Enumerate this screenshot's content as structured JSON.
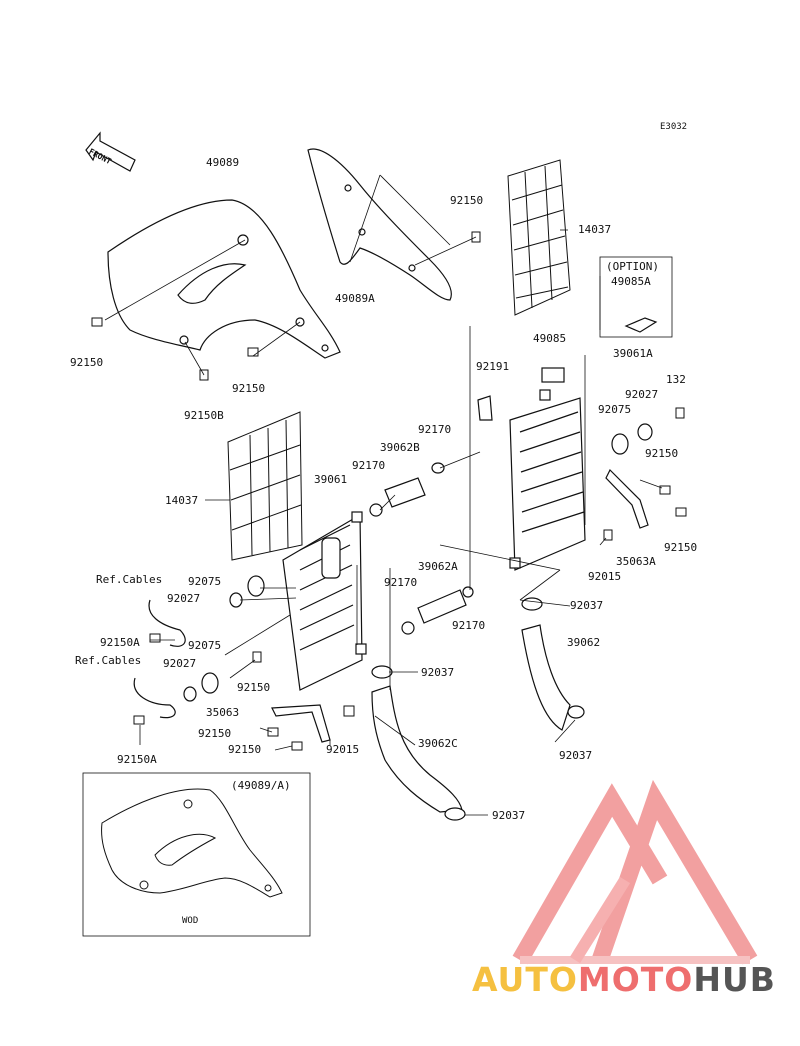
{
  "diagram_code": "E3032",
  "front_label": "FRONT",
  "option_box": {
    "title": "(OPTION)",
    "part": "49085A"
  },
  "inset_box": {
    "title": "(49089/A)",
    "caption": "WOD"
  },
  "ref_cables": [
    "Ref.Cables",
    "Ref.Cables"
  ],
  "parts": {
    "p49089": "49089",
    "p49089a": "49089A",
    "p92150_top": "92150",
    "p14037_top": "14037",
    "p92150_left": "92150",
    "p92150b": "92150B",
    "p92150_mid": "92150",
    "p49085": "49085",
    "p39061a": "39061A",
    "p92191": "92191",
    "p132": "132",
    "p92027_r": "92027",
    "p92075_r": "92075",
    "p92170_a": "92170",
    "p39062b": "39062B",
    "p92170_b": "92170",
    "p92150_r": "92150",
    "p39061": "39061",
    "p14037_left": "14037",
    "p92150_r2": "92150",
    "p35063a": "35063A",
    "p92015_r": "92015",
    "p39062a": "39062A",
    "p92075_l": "92075",
    "p92027_l": "92027",
    "p92170_c": "92170",
    "p92037_a": "92037",
    "p92170_d": "92170",
    "p92150a_1": "92150A",
    "p92075_l2": "92075",
    "p39062": "39062",
    "p92027_l2": "92027",
    "p92150_c": "92150",
    "p92037_b": "92037",
    "p35063": "35063",
    "p92150_d": "92150",
    "p92015_l": "92015",
    "p39062c": "39062C",
    "p92150_e": "92150",
    "p92037_c": "92037",
    "p92150a_2": "92150A",
    "p92037_d": "92037"
  },
  "watermark": {
    "part1": "AUTO",
    "part2": "MOTO",
    "part3": "HUB"
  }
}
